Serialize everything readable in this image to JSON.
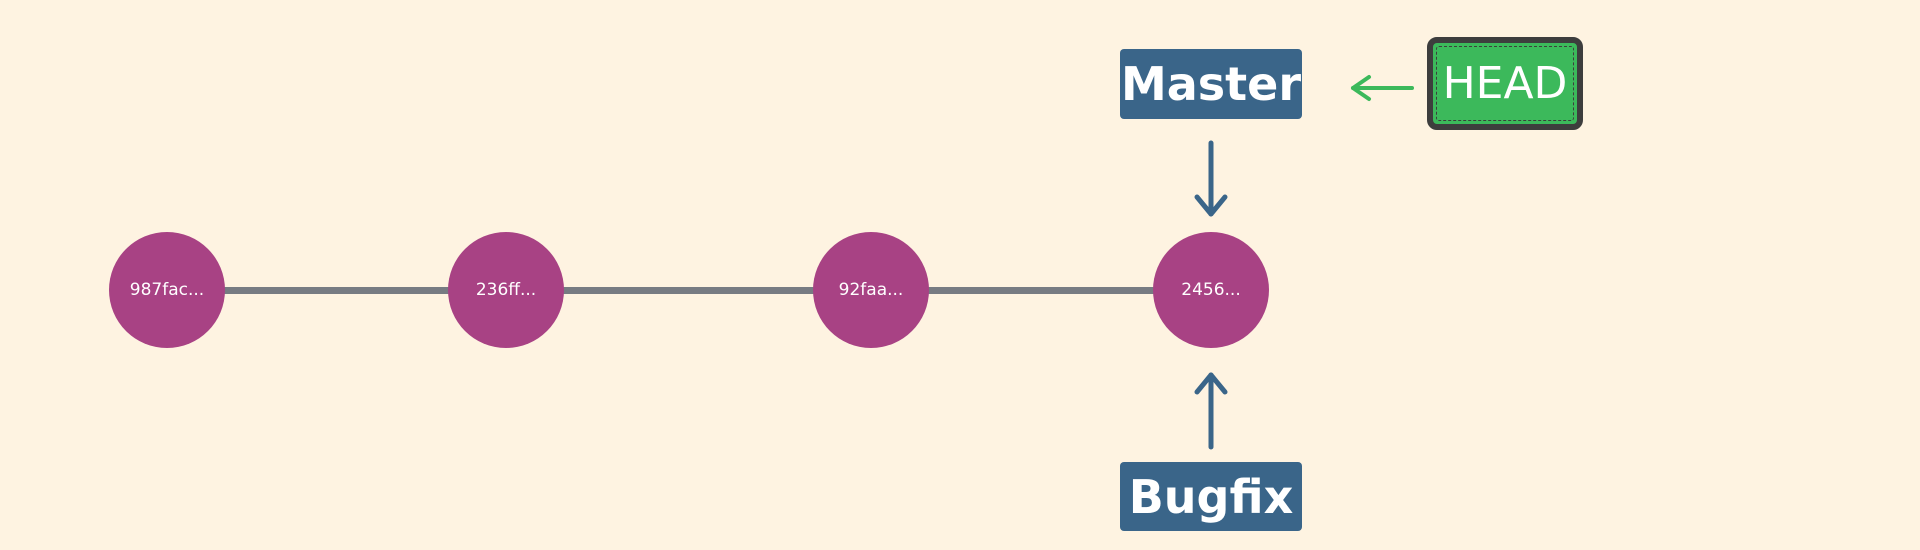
{
  "commits": [
    {
      "id": "987fac..."
    },
    {
      "id": "236ff..."
    },
    {
      "id": "92faa..."
    },
    {
      "id": "2456..."
    }
  ],
  "branches": {
    "master": "Master",
    "bugfix": "Bugfix"
  },
  "head": {
    "label": "HEAD"
  },
  "colors": {
    "background": "#fef3e1",
    "commit": "#a84284",
    "branch": "#3a6589",
    "head": "#3cb95b",
    "link": "#777b82"
  }
}
